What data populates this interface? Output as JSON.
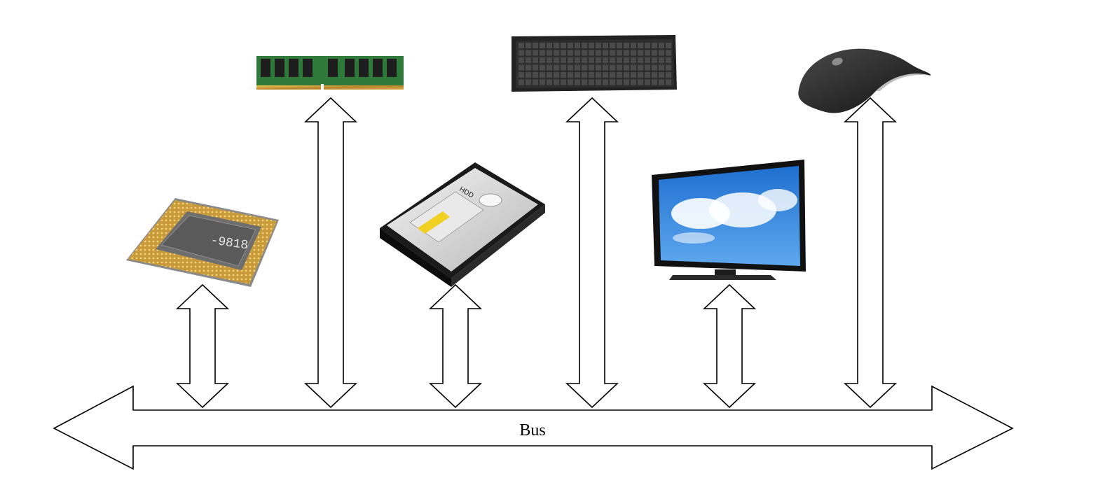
{
  "bus": {
    "label": "Bus"
  },
  "components": [
    {
      "name": "cpu",
      "icon": "cpu-chip-icon"
    },
    {
      "name": "ram",
      "icon": "ram-module-icon"
    },
    {
      "name": "hard-drive",
      "icon": "hard-drive-icon"
    },
    {
      "name": "keyboard",
      "icon": "keyboard-icon"
    },
    {
      "name": "monitor",
      "icon": "monitor-icon"
    },
    {
      "name": "mouse",
      "icon": "mouse-icon"
    }
  ]
}
